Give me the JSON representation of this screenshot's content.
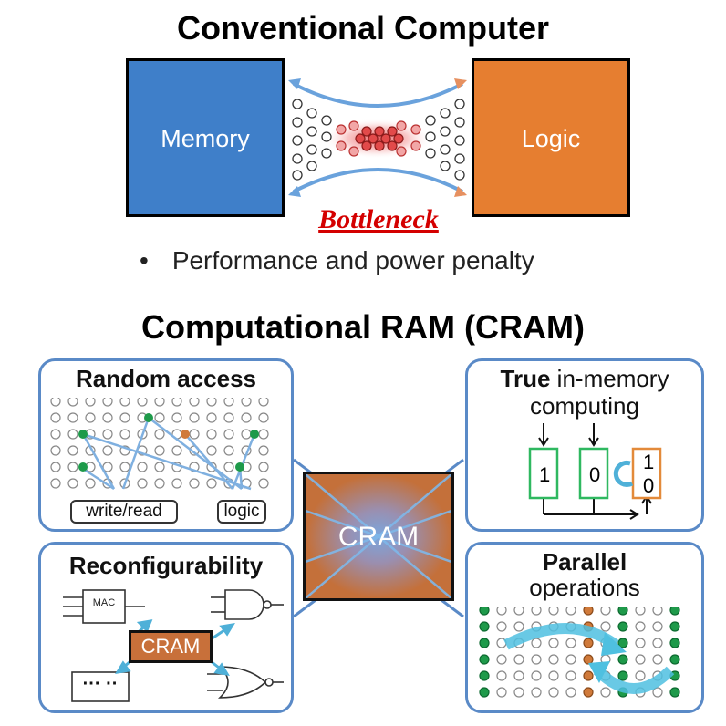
{
  "top": {
    "title": "Conventional Computer",
    "memory_label": "Memory",
    "logic_label": "Logic",
    "bottleneck_label": "Bottleneck",
    "bullet": "Performance and power penalty"
  },
  "bottom": {
    "title": "Computational RAM (CRAM)",
    "center_label": "CRAM",
    "panels": {
      "random_access": {
        "title": "Random access",
        "tag_write_read": "write/read",
        "tag_logic": "logic"
      },
      "true_in_memory": {
        "title_bold": "True",
        "title_rest": " in-memory",
        "title_line2": "computing",
        "cell_1": "1",
        "cell_2": "0",
        "cell_3_top": "1",
        "cell_3_bottom": "0"
      },
      "reconfigurability": {
        "title": "Reconfigurability",
        "mac_label": "MAC",
        "cram_label": "CRAM",
        "dots": "··· ··"
      },
      "parallel": {
        "title_line1": "Parallel",
        "title_line2": "operations"
      }
    }
  },
  "colors": {
    "memory": "#3f7fc9",
    "logic": "#e67e30",
    "accent_red": "#d40000",
    "panel_border": "#5a8ac7"
  }
}
